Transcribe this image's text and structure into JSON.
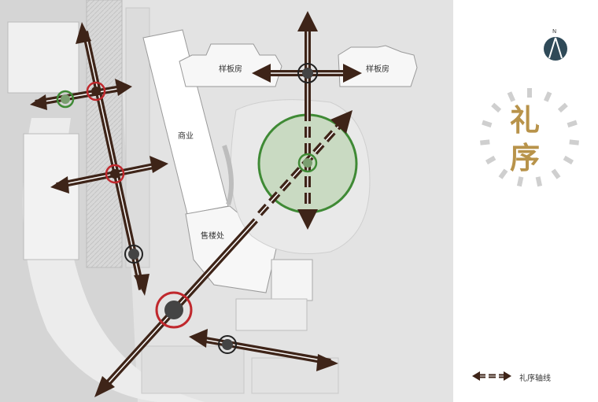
{
  "map": {
    "labels": {
      "model_room_1": "样板房",
      "model_room_2": "样板房",
      "commercial": "商业",
      "sales_office": "售楼处"
    }
  },
  "sidebar": {
    "compass_letter": "N",
    "title_char_1": "礼",
    "title_char_2": "序",
    "legend_label": "礼序轴线"
  },
  "colors": {
    "axis": "#3e2418",
    "node_red": "#c0282d",
    "node_green": "#3f8a35",
    "node_black": "#222222",
    "title_gold": "#b8934a",
    "compass": "#2f4a58"
  }
}
